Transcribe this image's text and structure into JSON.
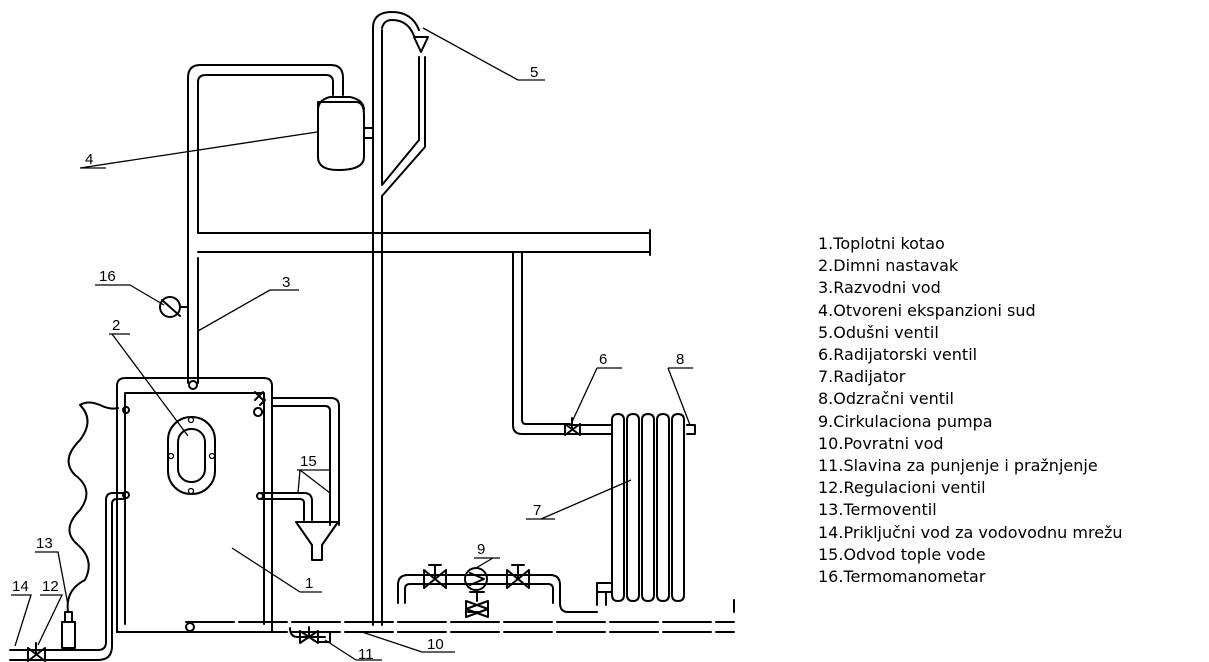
{
  "legend": [
    "1.Toplotni kotao",
    "2.Dimni nastavak",
    "3.Razvodni vod",
    "4.Otvoreni ekspanzioni sud",
    "5.Odušni ventil",
    "6.Radijatorski ventil",
    "7.Radijator",
    "8.Odzračni ventil",
    "9.Cirkulaciona pumpa",
    "10.Povratni vod",
    "11.Slavina za punjenje i pražnjenje",
    "12.Regulacioni ventil",
    "13.Termoventil",
    "14.Priključni vod za vodovodnu mrežu",
    "15.Odvod tople vode",
    "16.Termomanometar"
  ],
  "callouts": {
    "n1": "1",
    "n2": "2",
    "n3": "3",
    "n4": "4",
    "n5": "5",
    "n6": "6",
    "n7": "7",
    "n8": "8",
    "n9": "9",
    "n10": "10",
    "n11": "11",
    "n12": "12",
    "n13": "13",
    "n14": "14",
    "n15": "15",
    "n16": "16"
  }
}
